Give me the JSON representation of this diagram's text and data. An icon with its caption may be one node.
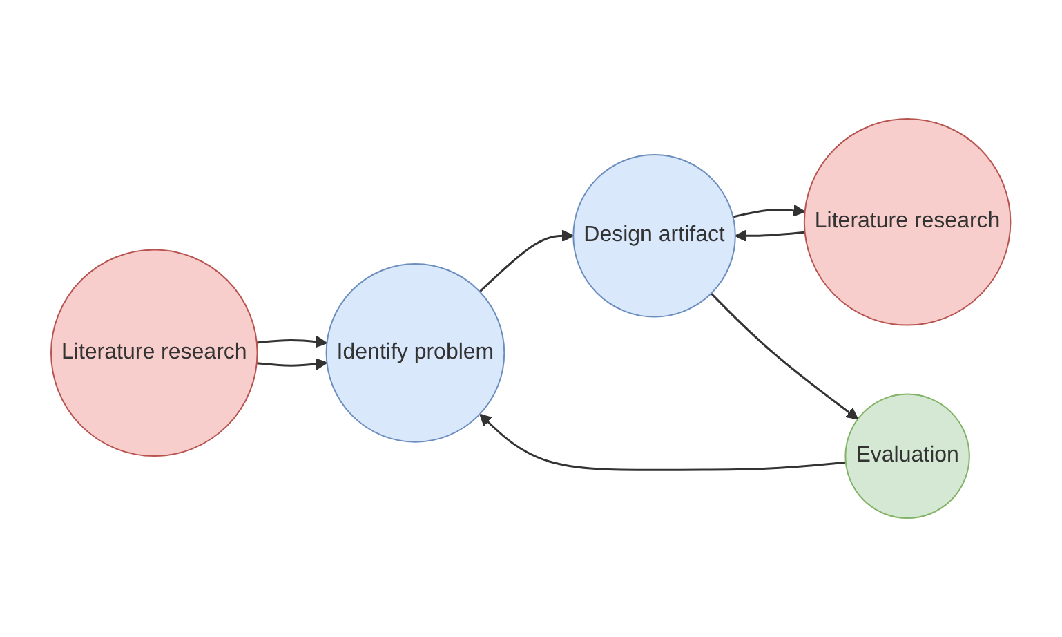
{
  "diagram": {
    "nodes": [
      {
        "text": [
          "Literature research"
        ]
      },
      {
        "text": [
          "Identify problem"
        ]
      },
      {
        "text": [
          "Design artifact"
        ]
      },
      {
        "text": [
          "Literature research"
        ]
      },
      {
        "text": [
          "Evaluation"
        ]
      }
    ],
    "edges": [
      {
        "from": 0,
        "to": 1,
        "arrow": "to"
      },
      {
        "from": 0,
        "to": 1,
        "arrow": "to"
      },
      {
        "from": 1,
        "to": 2,
        "arrow": "to"
      },
      {
        "from": 2,
        "to": 3,
        "arrow": "to"
      },
      {
        "from": 3,
        "to": 2,
        "arrow": "to"
      },
      {
        "from": 2,
        "to": 4,
        "arrow": "to"
      },
      {
        "from": 4,
        "to": 1,
        "arrow": "to"
      }
    ]
  }
}
